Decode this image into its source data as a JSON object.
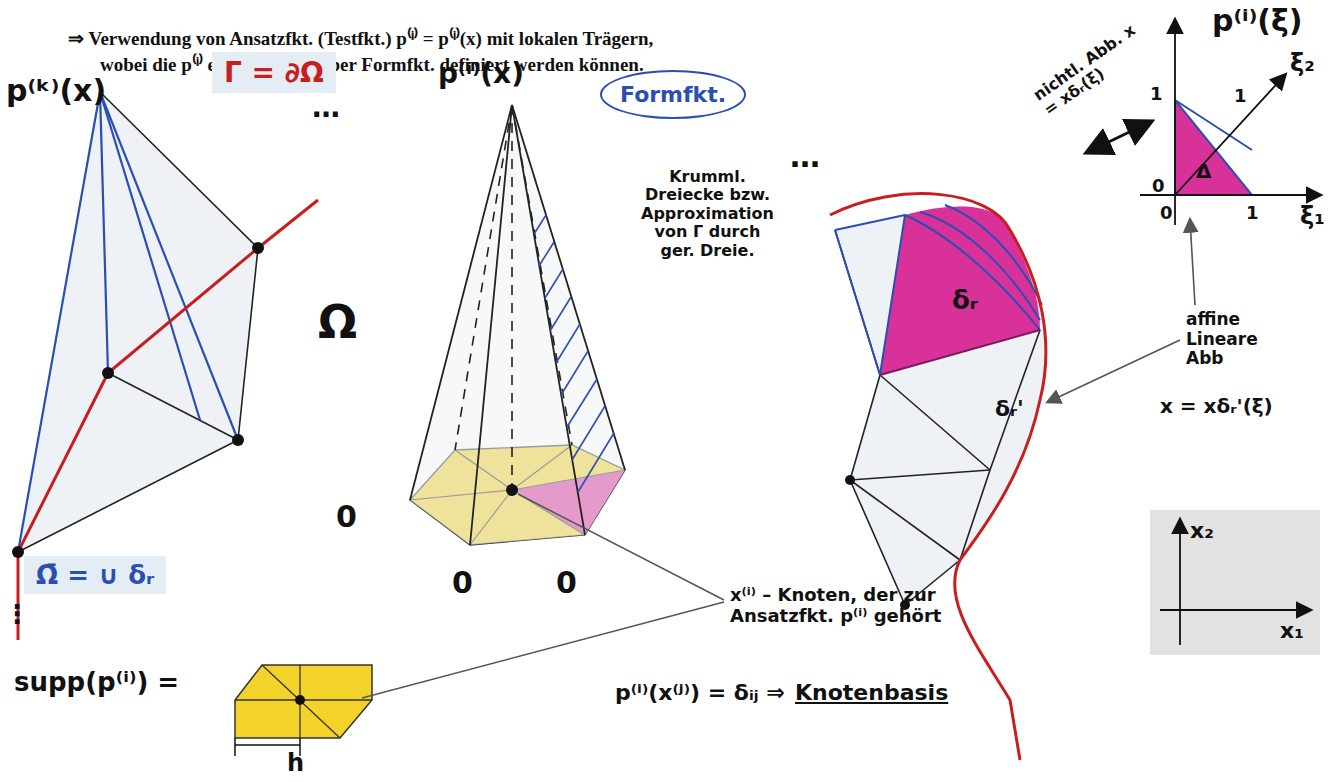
{
  "diagram": {
    "nodes": [
      {
        "text": [
          "Γ = ∂Ω"
        ]
      },
      {
        "text": [
          "Ω̄ = ∪ δᵣ"
        ]
      },
      {
        "text": [
          "Formfkt."
        ]
      },
      {
        "text": [
          "x₂",
          "x₁"
        ]
      }
    ],
    "labels": [
      "⇒ Verwendung von Ansatzfkt. (Testfkt.) p⁽ⁱ⁾ = p⁽ⁱ⁾(x) mit lokalen Trägern,",
      "wobei die p⁽ⁱ⁾ elementweise über Formfkt. definiert werden können.",
      "p⁽ᵏ⁾(x)",
      "…",
      "Ω",
      "supp(p⁽ⁱ⁾) =",
      "⋮",
      "h",
      "p⁽ⁱ⁾(x)",
      "0",
      "0",
      "0",
      "Krumml. Dreiecke bzw. Approximation von Γ durch ger. Dreie.",
      "…",
      "δᵣ",
      "δᵣ'",
      "nichtl. Abb. x = xδᵣ(ξ)",
      "p⁽ⁱ⁾(ξ)",
      "ξ₂",
      "ξ₁",
      "1",
      "1",
      "0",
      "0",
      "1",
      "Δ",
      "affine Lineare Abb",
      "x = xδᵣ'(ξ)",
      "x⁽ⁱ⁾ – Knoten, der zur Ansatzfkt. p⁽ⁱ⁾ gehört",
      "p⁽ⁱ⁾(x⁽ʲ⁾) = δᵢⱼ ⇒",
      "Knotenbasis"
    ]
  }
}
